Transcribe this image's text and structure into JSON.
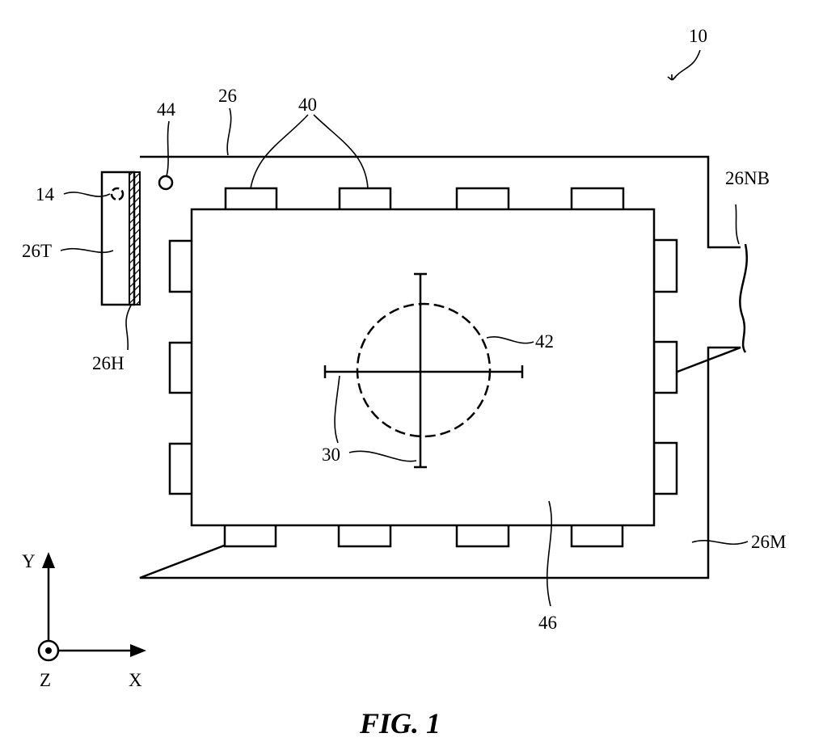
{
  "figure": {
    "caption": "FIG. 1",
    "labels": {
      "device": "10",
      "body": "26",
      "pads": "40",
      "marker": "44",
      "sensor": "14",
      "tab": "26T",
      "hinge": "26H",
      "neck": "26NB",
      "target": "42",
      "crosshair": "30",
      "module": "26M",
      "panel": "46"
    },
    "axes": {
      "y": "Y",
      "x": "X",
      "z": "Z"
    }
  }
}
